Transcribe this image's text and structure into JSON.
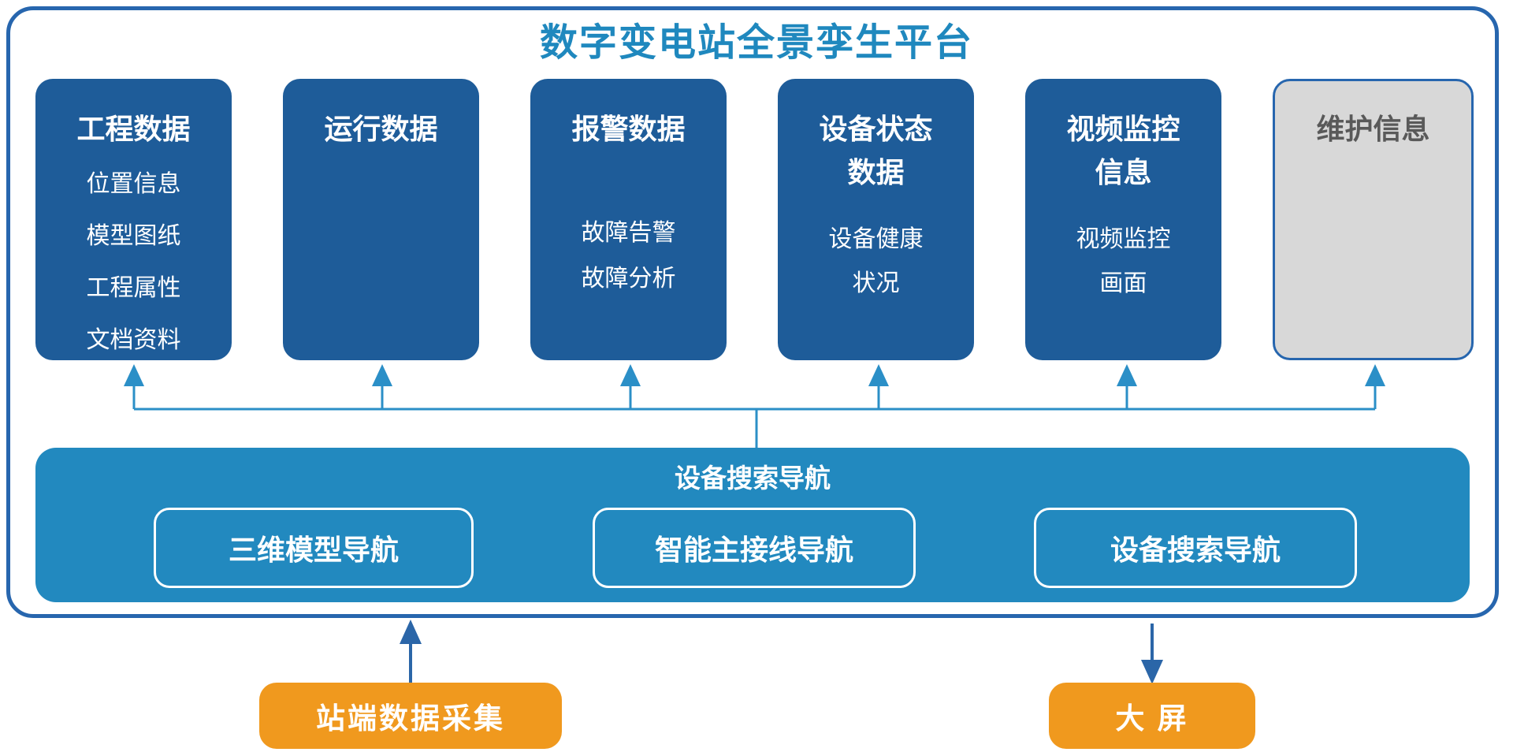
{
  "platform": {
    "title": "数字变电站全景孪生平台",
    "boxes": [
      {
        "title": "工程数据",
        "items": [
          "位置信息",
          "模型图纸",
          "工程属性",
          "文档资料"
        ]
      },
      {
        "title": "运行数据",
        "items": []
      },
      {
        "title": "报警数据",
        "items": [
          "故障告警",
          "故障分析"
        ]
      },
      {
        "title": "设备状态数据",
        "items": [
          "设备健康状况"
        ]
      },
      {
        "title": "视频监控信息",
        "items": [
          "视频监控画面"
        ]
      },
      {
        "title": "维护信息",
        "items": []
      }
    ]
  },
  "nav": {
    "title": "设备搜索导航",
    "buttons": [
      {
        "label": "三维模型导航"
      },
      {
        "label": "智能主接线导航"
      },
      {
        "label": "设备搜索导航"
      }
    ]
  },
  "bottom": {
    "left_label": "站端数据采集",
    "right_label": "大 屏"
  },
  "colors": {
    "box_blue": "#1e5c99",
    "bar_blue": "#2289bf",
    "title_blue": "#1f88be",
    "arrow_light_blue": "#2b8fc7",
    "arrow_dark_blue": "#2b66a8",
    "container_border_blue": "#2766ae",
    "orange": "#f0991e",
    "gray_fill": "#d8d8d8",
    "gray_text": "#595959",
    "text_white": "#ffffff"
  }
}
